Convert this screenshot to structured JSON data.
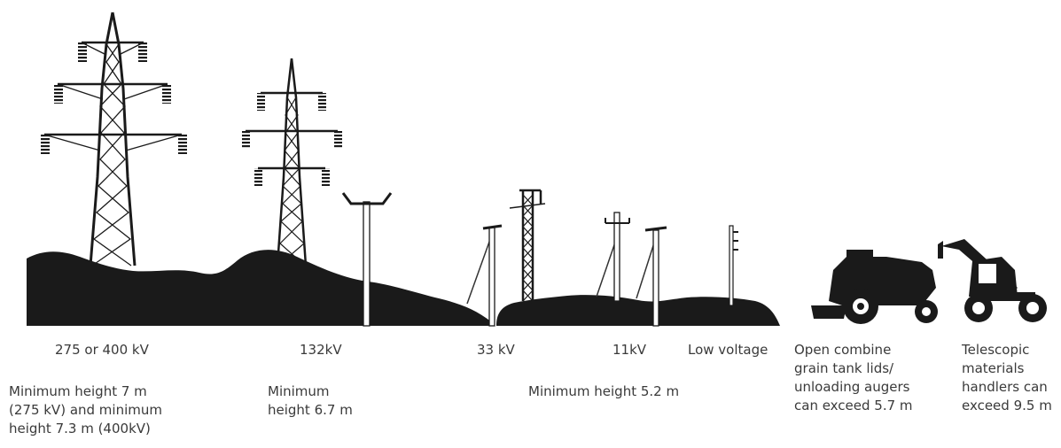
{
  "voltage_labels": {
    "v275_400": "275 or 400 kV",
    "v132": "132kV",
    "v33": "33 kV",
    "v11": "11kV",
    "low": "Low voltage"
  },
  "vehicle_labels": {
    "combine": "Open combine\ngrain tank lids/\nunloading augers\ncan exceed 5.7 m",
    "telescopic": "Telescopic\nmaterials\nhandlers can\nexceed 9.5 m"
  },
  "min_heights": {
    "h1": "Minimum height 7 m\n(275 kV) and minimum\nheight 7.3 m (400kV)",
    "h2": "Minimum\nheight 6.7 m",
    "h3": "Minimum height 5.2 m"
  }
}
